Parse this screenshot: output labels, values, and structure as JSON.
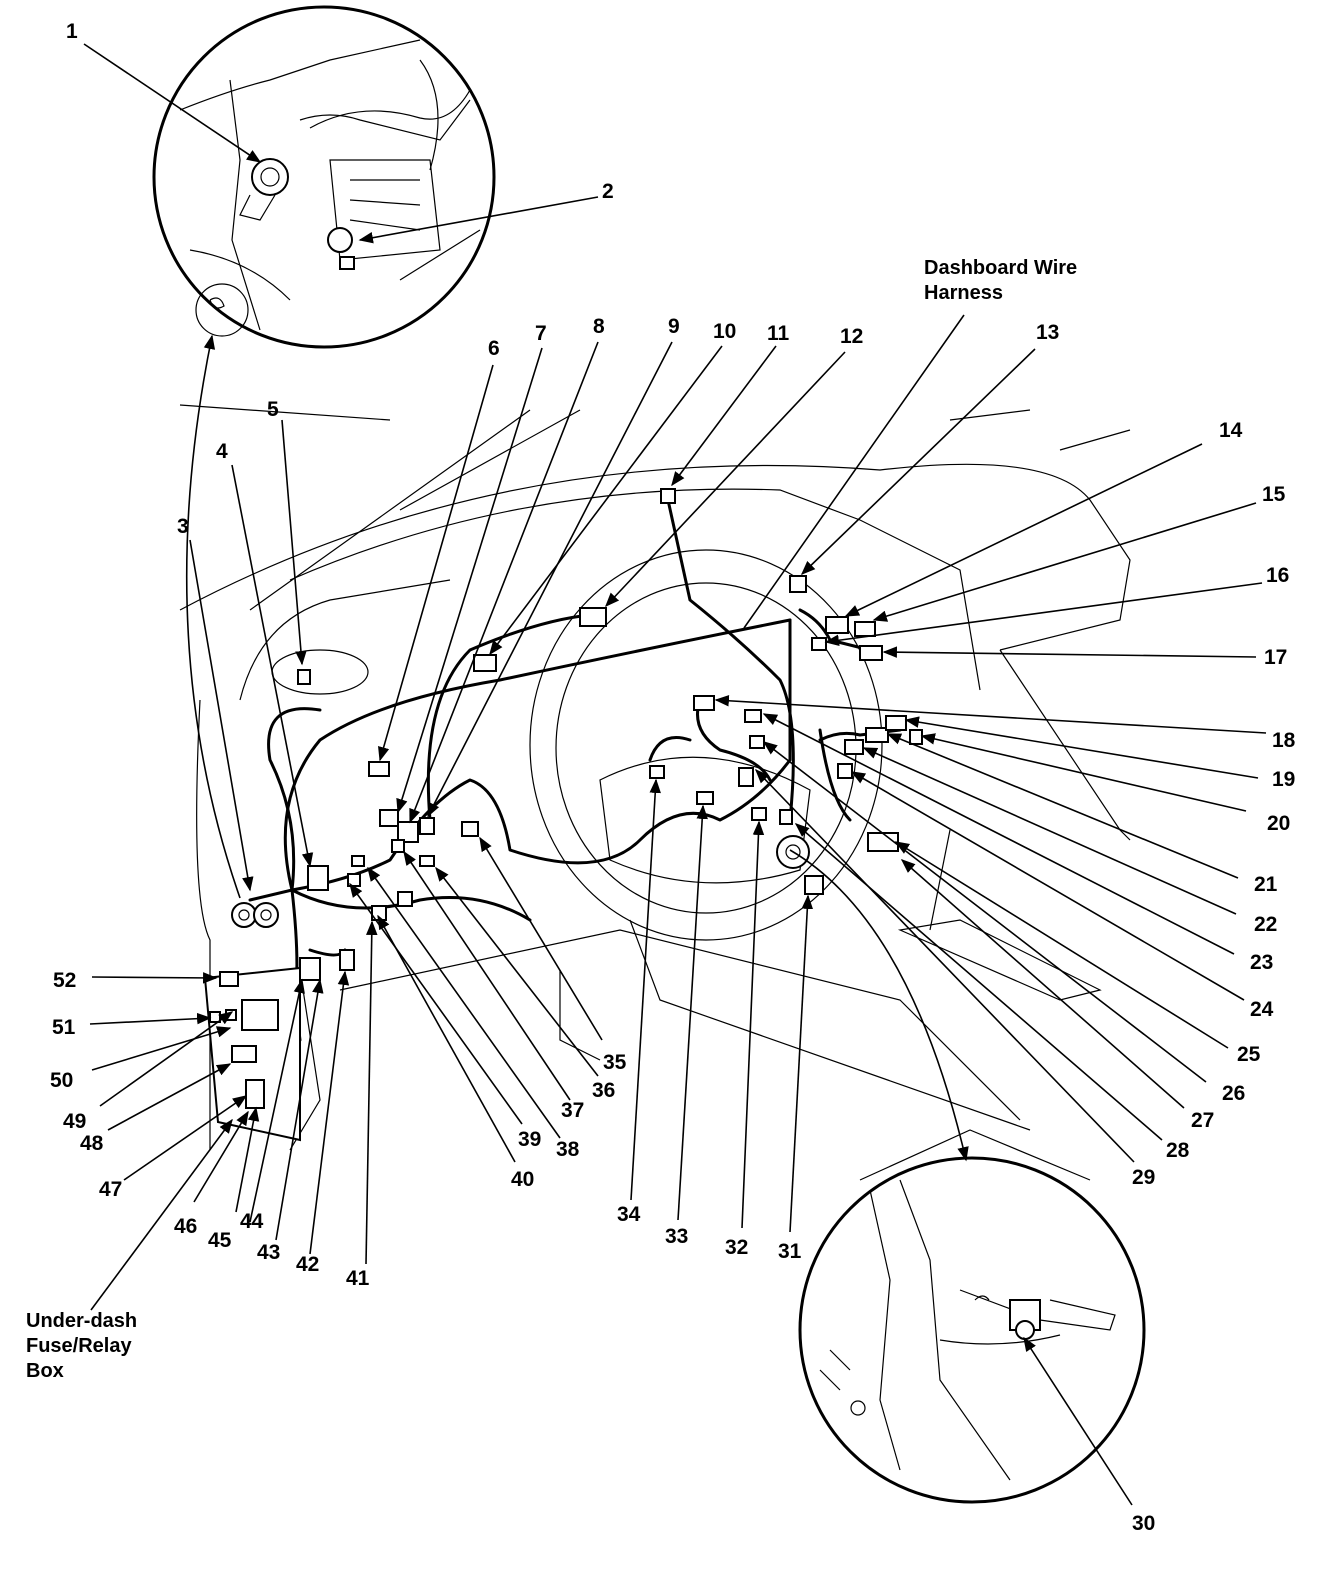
{
  "callouts": [
    "1",
    "2",
    "3",
    "4",
    "5",
    "6",
    "7",
    "8",
    "9",
    "10",
    "11",
    "12",
    "13",
    "14",
    "15",
    "16",
    "17",
    "18",
    "19",
    "20",
    "21",
    "22",
    "23",
    "24",
    "25",
    "26",
    "27",
    "28",
    "29",
    "30",
    "31",
    "32",
    "33",
    "34",
    "35",
    "36",
    "37",
    "38",
    "39",
    "40",
    "41",
    "42",
    "43",
    "44",
    "45",
    "46",
    "47",
    "48",
    "49",
    "50",
    "51",
    "52"
  ],
  "labels": {
    "dashboard_harness_line1": "Dashboard Wire",
    "dashboard_harness_line2": "Harness",
    "fuse_box_line1": "Under-dash",
    "fuse_box_line2": "Fuse/Relay",
    "fuse_box_line3": "Box"
  }
}
